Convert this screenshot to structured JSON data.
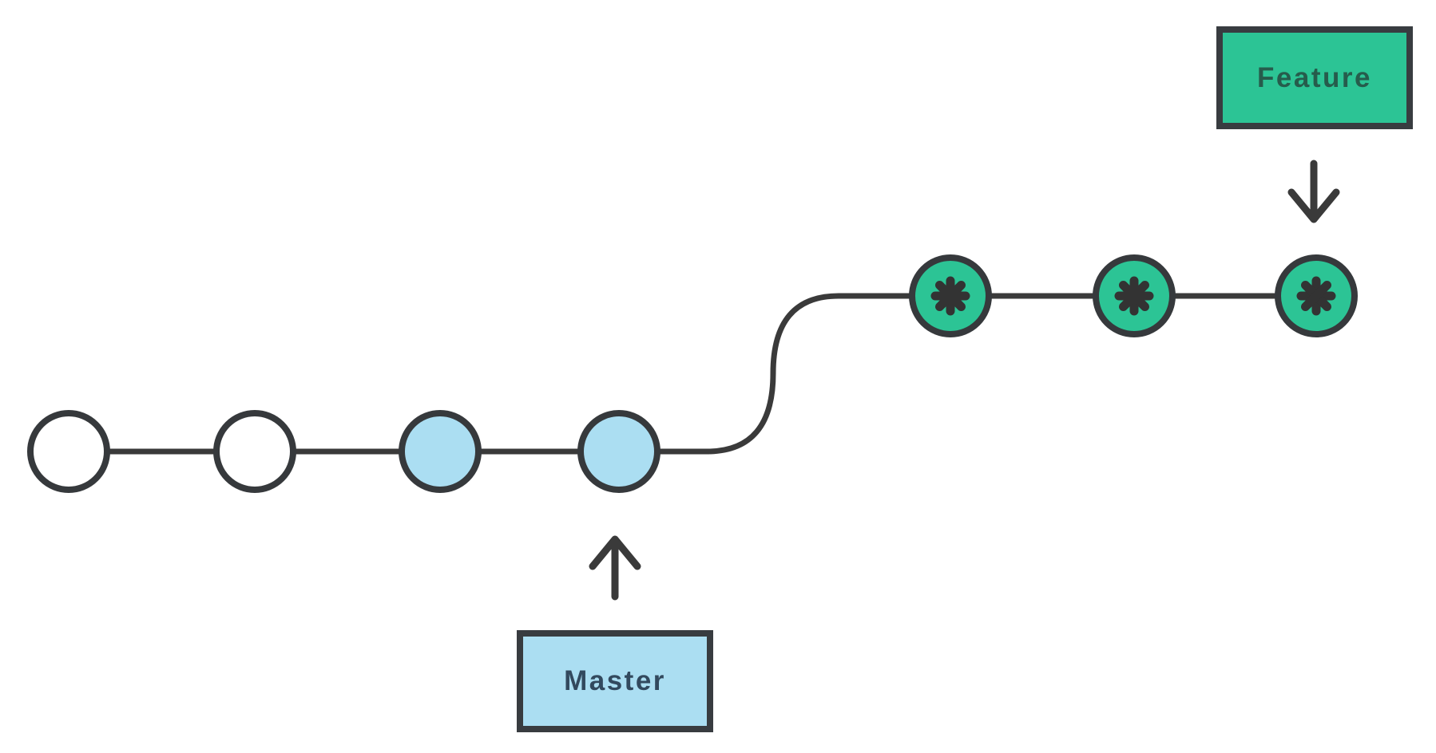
{
  "colors": {
    "background": "#ffffff",
    "line": "#3a3a3a",
    "node_stroke": "#36393c",
    "node_empty_fill": "#ffffff",
    "master_fill": "#abdef2",
    "master_text": "#32495e",
    "feature_fill": "#2cc495",
    "feature_text": "#265c4c",
    "box_border": "#383c40",
    "marker": "#333333"
  },
  "master_branch": {
    "label": "Master",
    "pointer_icon": "arrow-up-icon",
    "commits": [
      "empty",
      "empty",
      "filled",
      "filled"
    ]
  },
  "feature_branch": {
    "label": "Feature",
    "pointer_icon": "arrow-down-icon",
    "commit_marker_icon": "asterisk-icon",
    "commits": [
      "asterisk",
      "asterisk",
      "asterisk"
    ]
  }
}
